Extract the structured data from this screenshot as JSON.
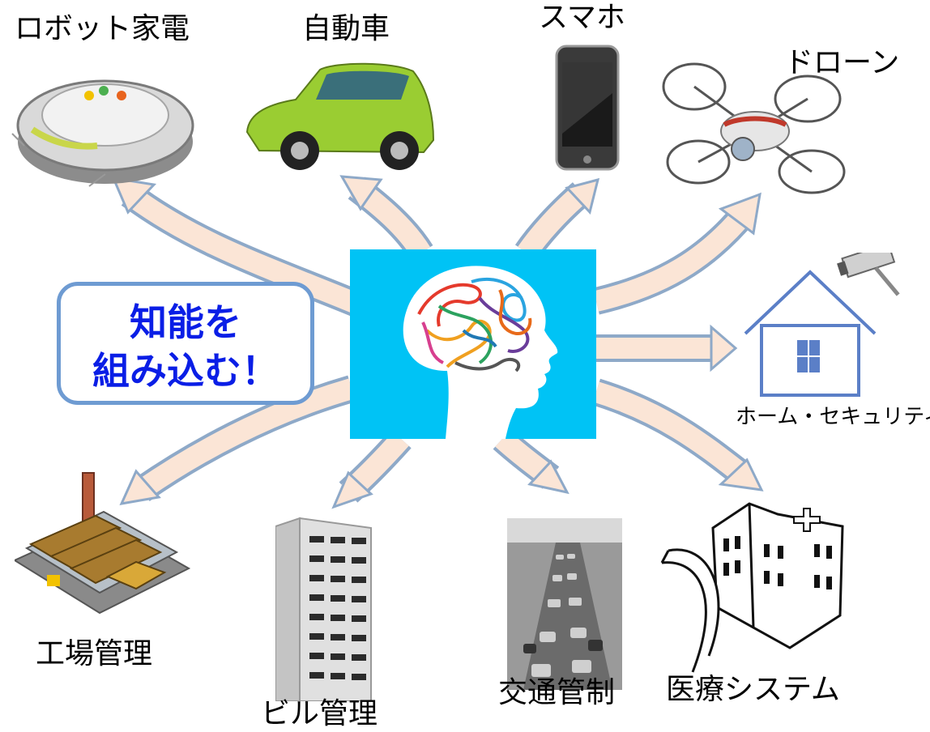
{
  "center": {
    "icon": "human-head-brain-icon",
    "background": "#00c3f5"
  },
  "callout": {
    "line1": "知能を",
    "line2": "組み込む！",
    "text_color": "#0a1ee6",
    "border_color": "#6e9bd2"
  },
  "arrow_fill": "#fbe5d6",
  "arrow_stroke": "#8ea9c8",
  "targets": [
    {
      "label": "ロボット家電",
      "icon": "robot-vacuum-icon"
    },
    {
      "label": "自動車",
      "icon": "car-icon"
    },
    {
      "label": "スマホ",
      "icon": "smartphone-icon"
    },
    {
      "label": "ドローン",
      "icon": "drone-icon"
    },
    {
      "label": "ホーム・セキュリティ",
      "icon": "house-security-camera-icon"
    },
    {
      "label": "医療システム",
      "icon": "hospital-icon"
    },
    {
      "label": "交通管制",
      "icon": "traffic-highway-icon"
    },
    {
      "label": "ビル管理",
      "icon": "office-building-icon"
    },
    {
      "label": "工場管理",
      "icon": "factory-icon"
    }
  ]
}
